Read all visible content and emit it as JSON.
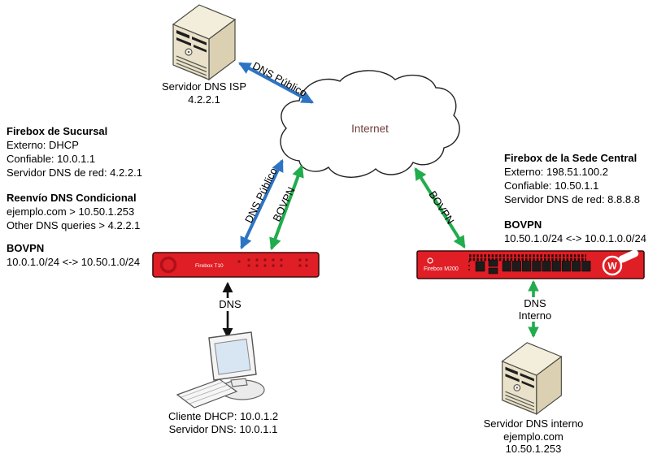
{
  "colors": {
    "dns_public_arrow": "#2E74C4",
    "bovpn_arrow": "#21AC4E",
    "dns_arrow": "#111111",
    "firebox_red": "#E01E25",
    "internet_label": "#713C3C"
  },
  "nodes": {
    "isp_dns_server": {
      "name": "Servidor DNS ISP",
      "ip": "4.2.2.1"
    },
    "internet": {
      "label": "Internet"
    },
    "branch_firebox": {
      "model": "Firebox T10"
    },
    "hq_firebox": {
      "model": "Firebox M200",
      "logo_letter": "W"
    },
    "dhcp_client": {
      "line1": "Cliente DHCP: 10.0.1.2",
      "line2": "Servidor DNS: 10.0.1.1"
    },
    "internal_dns_server": {
      "line1": "Servidor DNS interno",
      "line2": "ejemplo.com",
      "line3": "10.50.1.253"
    }
  },
  "annotations": {
    "branch": {
      "title": "Firebox de Sucursal",
      "lines": [
        "Externo: DHCP",
        "Confiable: 10.0.1.1",
        "Servidor DNS de red: 4.2.2.1"
      ],
      "forwarding_title": "Reenvío DNS Condicional",
      "forwarding_lines": [
        "ejemplo.com > 10.50.1.253",
        "Other DNS queries > 4.2.2.1"
      ],
      "bovpn_title": "BOVPN",
      "bovpn_line": "10.0.1.0/24 <-> 10.50.1.0/24"
    },
    "hq": {
      "title": "Firebox de la Sede Central",
      "lines": [
        "Externo: 198.51.100.2",
        "Confiable: 10.50.1.1",
        "Servidor DNS de red: 8.8.8.8"
      ],
      "bovpn_title": "BOVPN",
      "bovpn_line": "10.50.1.0/24 <-> 10.0.1.0.0/24"
    }
  },
  "edges": {
    "isp_internet_label": "DNS Público",
    "branch_dns_label": "DNS Público",
    "branch_bovpn_label": "BOVPN",
    "hq_bovpn_label": "BOVPN",
    "client_dns_label": "DNS",
    "internal_dns_label_line1": "DNS",
    "internal_dns_label_line2": "Interno"
  }
}
